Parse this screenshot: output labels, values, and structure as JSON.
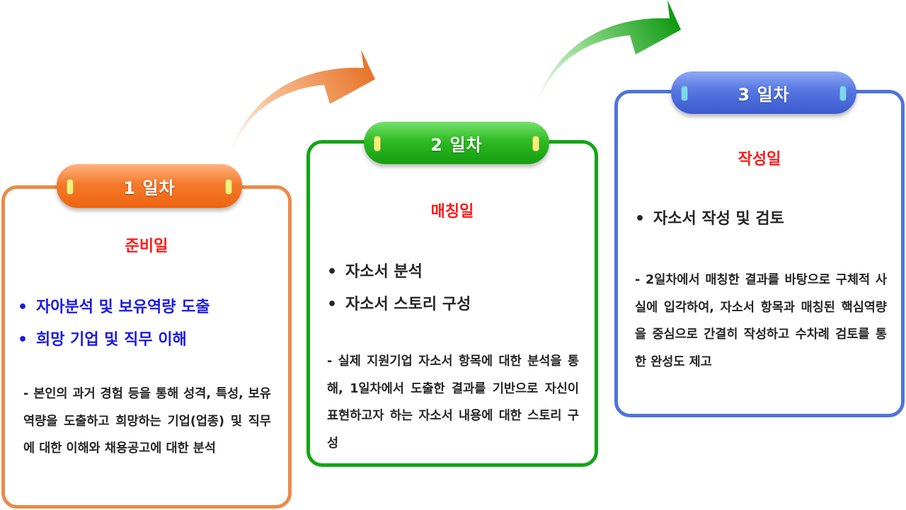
{
  "steps": [
    {
      "day": "1 일차",
      "title": "준비일",
      "bullets": [
        "자아분석 및 보유역량 도출",
        "희망 기업 및 직무 이해"
      ],
      "description": "- 본인의 과거 경험 등을 통해 성격, 특성, 보유 역량을 도출하고 희망하는 기업(업종) 및 직무에 대한 이해와 채용공고에 대한 분석",
      "color": "#ec8a48"
    },
    {
      "day": "2 일차",
      "title": "매칭일",
      "bullets": [
        "자소서 분석",
        "자소서 스토리 구성"
      ],
      "description": "- 실제 지원기업 자소서 항목에 대한 분석을 통해, 1일차에서 도출한 결과를 기반으로 자신이 표현하고자 하는 자소서 내용에 대한 스토리 구성",
      "color": "#13a516"
    },
    {
      "day": "3 일차",
      "title": "작성일",
      "bullets": [
        "자소서 작성 및 검토"
      ],
      "description": "- 2일차에서 매칭한 결과를 바탕으로 구체적 사실에 입각하여, 자소서 항목과 매칭된 핵심역량을 중심으로 간결히 작성하고 수차례 검토를 통한 완성도 제고",
      "color": "#4f74dc"
    }
  ],
  "bullet_symbol": "•"
}
